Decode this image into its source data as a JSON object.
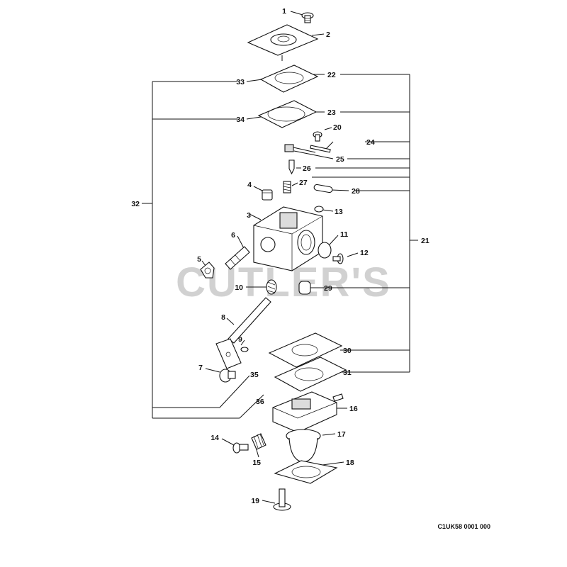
{
  "diagram": {
    "labels": {
      "p1": "1",
      "p2": "2",
      "p3": "3",
      "p4": "4",
      "p5": "5",
      "p6": "6",
      "p7": "7",
      "p8": "8",
      "p9": "9",
      "p10": "10",
      "p11": "11",
      "p12": "12",
      "p13": "13",
      "p14": "14",
      "p15": "15",
      "p16": "16",
      "p17": "17",
      "p18": "18",
      "p19": "19",
      "p20": "20",
      "p21": "21",
      "p22": "22",
      "p23": "23",
      "p24": "24",
      "p25": "25",
      "p26": "26",
      "p27": "27",
      "p28": "28",
      "p29": "29",
      "p30": "30",
      "p31": "31",
      "p32": "32",
      "p33": "33",
      "p34": "34",
      "p35": "35",
      "p36": "36"
    },
    "watermark": "CUTLER'S",
    "drawing_code": "C1UK58 0001 000"
  }
}
